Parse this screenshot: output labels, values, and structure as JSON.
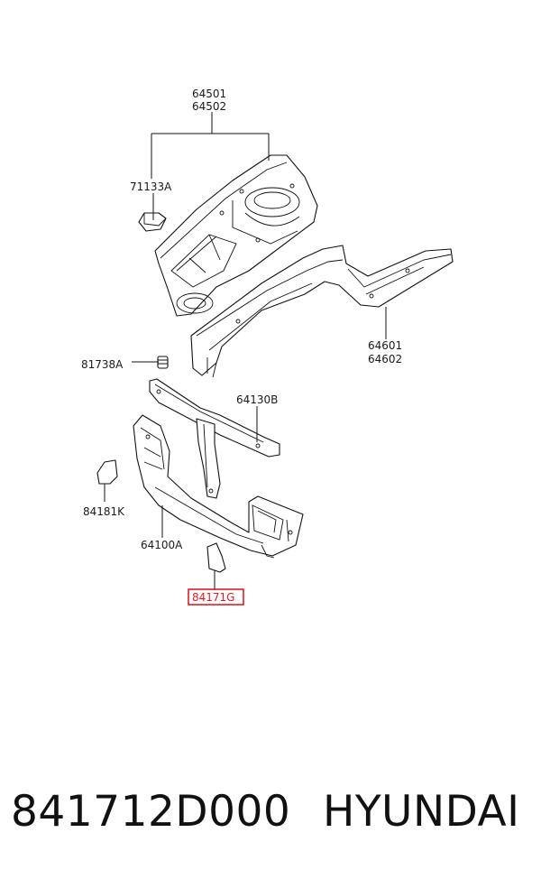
{
  "labels": {
    "upper_assembly": [
      "64501",
      "64502"
    ],
    "bracket": "71133A",
    "side_member": [
      "64601",
      "64602"
    ],
    "stopper": "81738A",
    "upper_member": "64130B",
    "left_pad": "84181K",
    "carrier": "64100A",
    "highlighted_pad": "84171G"
  },
  "highlight_color": "#d9202a",
  "caption": {
    "part_number": "841712D000",
    "brand": "HYUNDAI"
  }
}
